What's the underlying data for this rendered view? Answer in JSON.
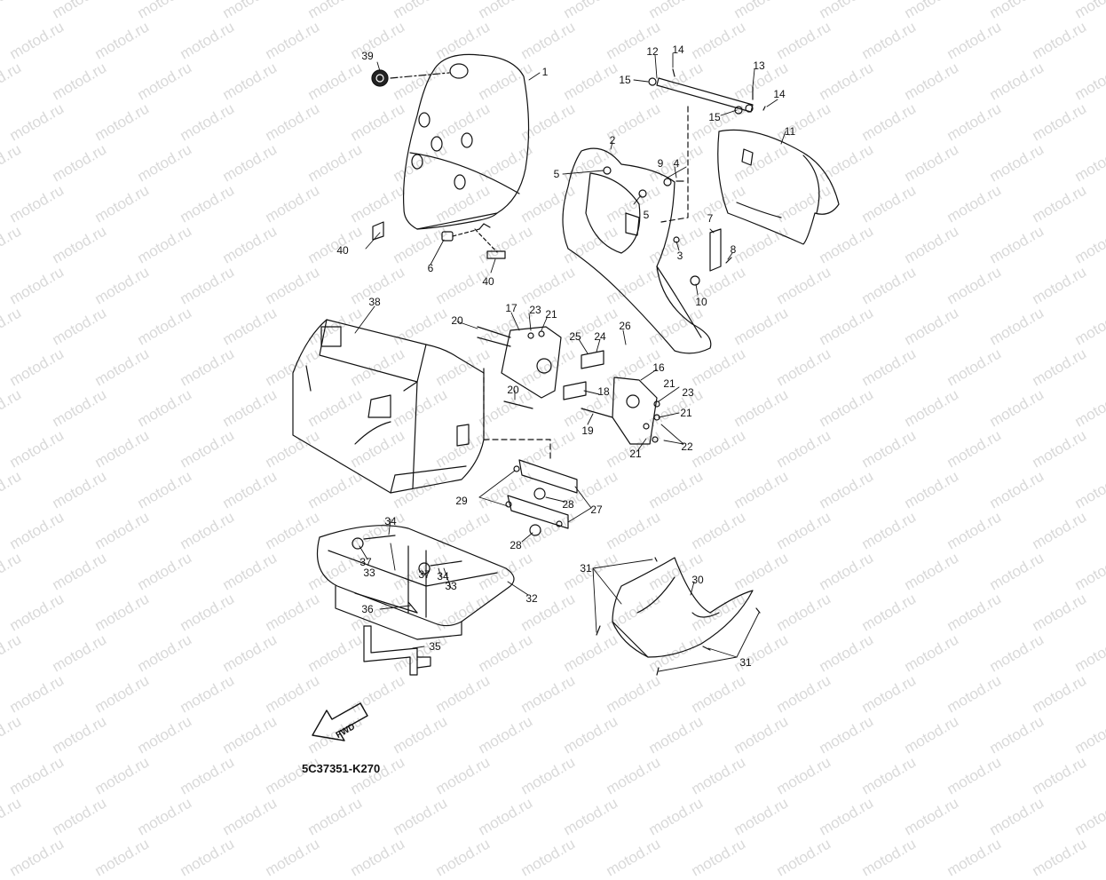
{
  "watermark": "motod.ru",
  "part_code": "5C37351-K270",
  "fwd_label": "FWD",
  "callouts": [
    {
      "n": "1"
    },
    {
      "n": "2"
    },
    {
      "n": "3"
    },
    {
      "n": "4"
    },
    {
      "n": "5"
    },
    {
      "n": "5"
    },
    {
      "n": "6"
    },
    {
      "n": "7"
    },
    {
      "n": "8"
    },
    {
      "n": "9"
    },
    {
      "n": "10"
    },
    {
      "n": "11"
    },
    {
      "n": "12"
    },
    {
      "n": "13"
    },
    {
      "n": "14"
    },
    {
      "n": "14"
    },
    {
      "n": "15"
    },
    {
      "n": "15"
    },
    {
      "n": "16"
    },
    {
      "n": "17"
    },
    {
      "n": "18"
    },
    {
      "n": "19"
    },
    {
      "n": "20"
    },
    {
      "n": "20"
    },
    {
      "n": "21"
    },
    {
      "n": "21"
    },
    {
      "n": "21"
    },
    {
      "n": "21"
    },
    {
      "n": "22"
    },
    {
      "n": "23"
    },
    {
      "n": "23"
    },
    {
      "n": "24"
    },
    {
      "n": "25"
    },
    {
      "n": "26"
    },
    {
      "n": "27"
    },
    {
      "n": "28"
    },
    {
      "n": "28"
    },
    {
      "n": "29"
    },
    {
      "n": "30"
    },
    {
      "n": "31"
    },
    {
      "n": "31"
    },
    {
      "n": "32"
    },
    {
      "n": "33"
    },
    {
      "n": "33"
    },
    {
      "n": "34"
    },
    {
      "n": "34"
    },
    {
      "n": "35"
    },
    {
      "n": "36"
    },
    {
      "n": "37"
    },
    {
      "n": "37"
    },
    {
      "n": "38"
    },
    {
      "n": "39"
    },
    {
      "n": "40"
    },
    {
      "n": "40"
    }
  ]
}
